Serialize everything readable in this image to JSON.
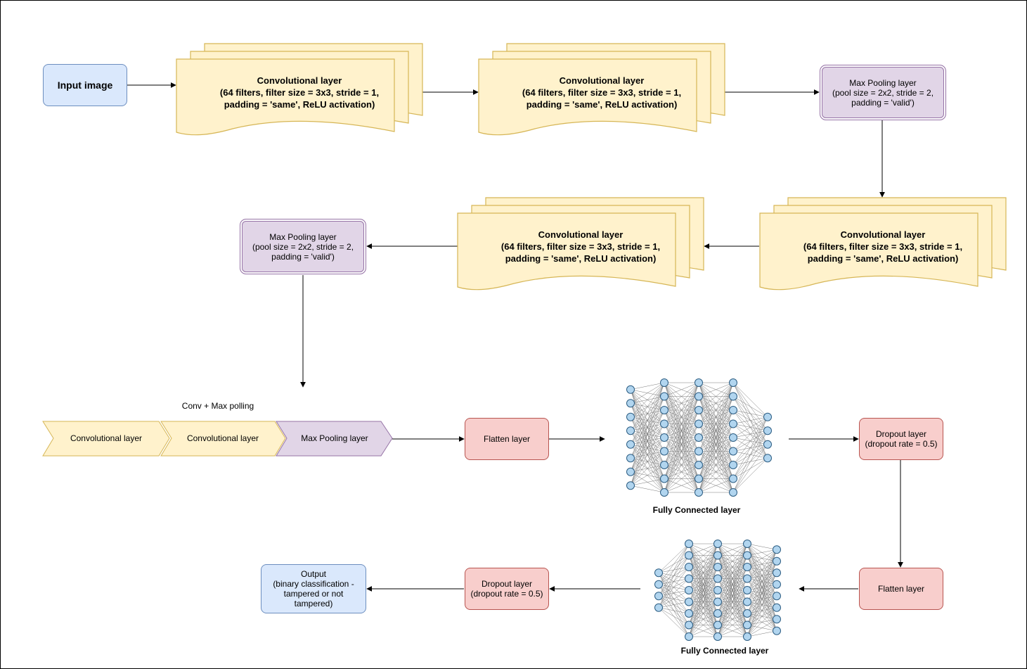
{
  "colors": {
    "conv_fill": "#fff2cc",
    "conv_stroke": "#d6b656",
    "pool_fill": "#e1d5e7",
    "pool_stroke": "#9673a6",
    "io_fill": "#dae8fc",
    "io_stroke": "#6c8ebf",
    "dense_fill": "#f8cecc",
    "dense_stroke": "#b85450",
    "neuron_fill": "#b1d5ef",
    "neuron_stroke": "#2b5c82"
  },
  "input_image": {
    "label": "Input image"
  },
  "conv_blocks": [
    {
      "title": "Convolutional layer",
      "line1": "(64 filters, filter size = 3x3, stride = 1,",
      "line2": "padding = 'same', ReLU activation)"
    },
    {
      "title": "Convolutional layer",
      "line1": "(64 filters, filter size = 3x3, stride = 1,",
      "line2": "padding = 'same', ReLU activation)"
    },
    {
      "title": "Convolutional layer",
      "line1": "(64 filters, filter size = 3x3, stride = 1,",
      "line2": "padding = 'same', ReLU activation)"
    },
    {
      "title": "Convolutional layer",
      "line1": "(64 filters, filter size = 3x3, stride = 1,",
      "line2": "padding = 'same', ReLU activation)"
    }
  ],
  "pool_blocks": [
    {
      "title": "Max Pooling layer",
      "line1": "(pool size = 2x2, stride = 2,",
      "line2": "padding = 'valid')"
    },
    {
      "title": "Max Pooling layer",
      "line1": "(pool size = 2x2, stride = 2,",
      "line2": "padding = 'valid')"
    }
  ],
  "sequence": {
    "caption": "Conv + Max polling",
    "items": [
      "Convolutional layer",
      "Convolutional layer",
      "Max Pooling layer"
    ]
  },
  "flatten_1": {
    "label": "Flatten layer"
  },
  "flatten_2": {
    "label": "Flatten layer"
  },
  "dropout_1": {
    "title": "Dropout layer",
    "rate": "(dropout rate = 0.5)"
  },
  "dropout_2": {
    "title": "Dropout layer",
    "rate": "(dropout rate = 0.5)"
  },
  "fc_1": {
    "label": "Fully Connected layer",
    "layer_sizes": [
      8,
      9,
      9,
      9,
      4
    ]
  },
  "fc_2": {
    "label": "Fully Connected layer",
    "layer_sizes": [
      4,
      9,
      9,
      9,
      8
    ]
  },
  "output": {
    "line1": "Output",
    "line2": "(binary classification -",
    "line3": "tampered or not",
    "line4": "tampered)"
  }
}
